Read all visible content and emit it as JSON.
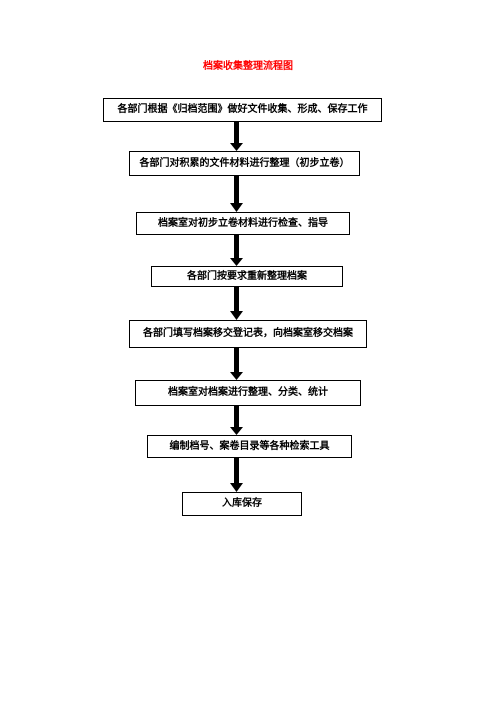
{
  "title": "档案收集整理流程图",
  "steps": [
    "各部门根据《归档范围》做好文件收集、形成、保存工作",
    "各部门对积累的文件材料进行整理（初步立卷）",
    "档案室对初步立卷材料进行检查、指导",
    "各部门按要求重新整理档案",
    "各部门填写档案移交登记表，向档案室移交档案",
    "档案室对档案进行整理、分类、统计",
    "编制档号、案卷目录等各种检索工具",
    "入库保存"
  ],
  "colors": {
    "title": "#ff0000",
    "border": "#000000",
    "arrow": "#000000"
  }
}
